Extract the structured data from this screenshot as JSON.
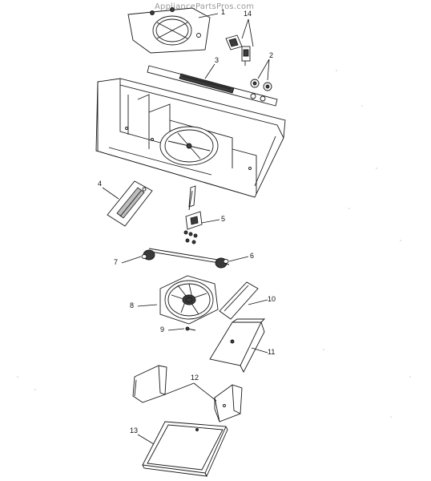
{
  "watermark": "AppliancePartsPros.com",
  "callouts": {
    "c1": "1",
    "c2": "2",
    "c3": "3",
    "c4": "4",
    "c5": "5",
    "c6": "6",
    "c7": "7",
    "c8": "8",
    "c9": "9",
    "c10": "10",
    "c11": "11",
    "c12": "12",
    "c13": "13",
    "c14": "14"
  }
}
